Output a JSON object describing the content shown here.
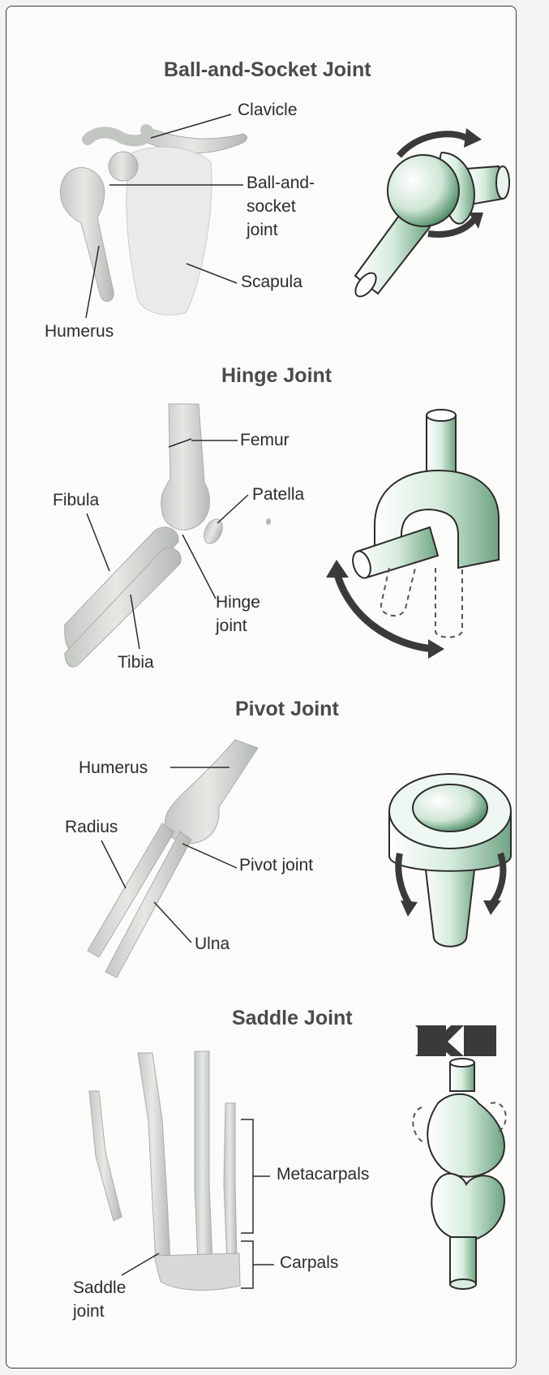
{
  "sections": [
    {
      "title": "Ball-and-Socket Joint",
      "labels": {
        "clavicle": "Clavicle",
        "joint_line1": "Ball-and-",
        "joint_line2": "socket",
        "joint_line3": "joint",
        "scapula": "Scapula",
        "humerus": "Humerus"
      }
    },
    {
      "title": "Hinge Joint",
      "labels": {
        "femur": "Femur",
        "patella": "Patella",
        "fibula": "Fibula",
        "joint_line1": "Hinge",
        "joint_line2": "joint",
        "tibia": "Tibia"
      }
    },
    {
      "title": "Pivot Joint",
      "labels": {
        "humerus": "Humerus",
        "radius": "Radius",
        "pivot": "Pivot joint",
        "ulna": "Ulna"
      }
    },
    {
      "title": "Saddle Joint",
      "labels": {
        "metacarpals": "Metacarpals",
        "carpals": "Carpals",
        "joint_line1": "Saddle",
        "joint_line2": "joint"
      }
    }
  ],
  "colors": {
    "bone": "#d8dad6",
    "bone_shadow": "#b9bdb8",
    "model_green": "#cfe8d8",
    "model_dark": "#3e7a5a",
    "arrow": "#3a3a3a",
    "leader": "#2c2c2c"
  }
}
